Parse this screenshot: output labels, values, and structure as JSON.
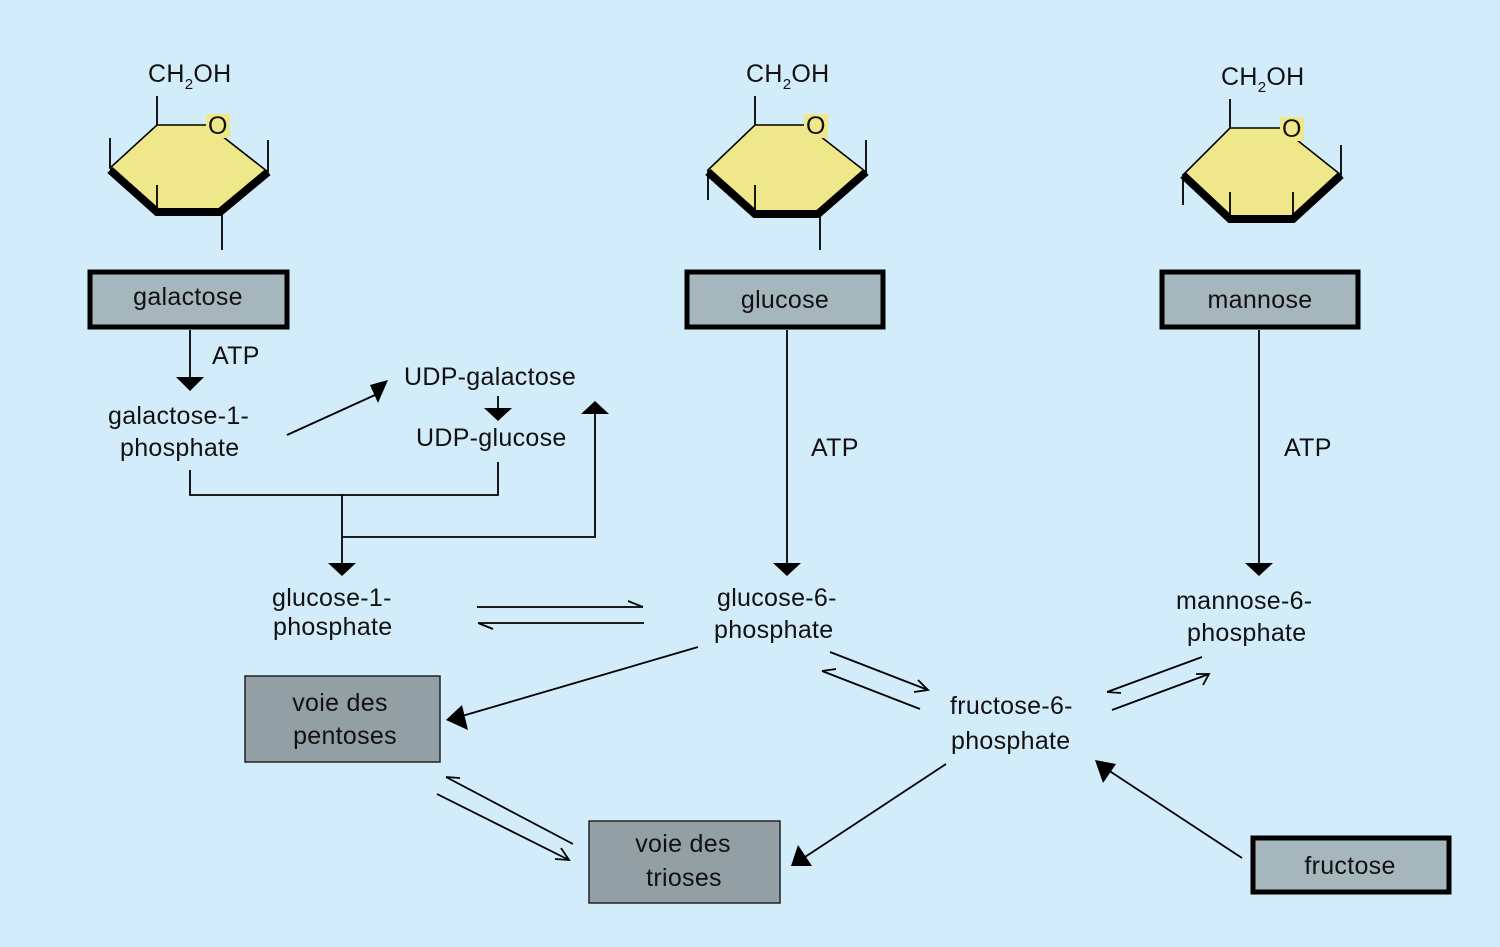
{
  "sugars": {
    "galactose": {
      "formula_main": "CH",
      "formula_sub": "2",
      "formula_end": "OH",
      "ring_o": "O",
      "name": "galactose"
    },
    "glucose": {
      "formula_main": "CH",
      "formula_sub": "2",
      "formula_end": "OH",
      "ring_o": "O",
      "name": "glucose"
    },
    "mannose": {
      "formula_main": "CH",
      "formula_sub": "2",
      "formula_end": "OH",
      "ring_o": "O",
      "name": "mannose"
    }
  },
  "labels": {
    "atp_galactose": "ATP",
    "atp_glucose": "ATP",
    "atp_mannose": "ATP",
    "galactose_1_phosphate": [
      "galactose-1-",
      "phosphate"
    ],
    "udp_galactose": "UDP-galactose",
    "udp_glucose": "UDP-glucose",
    "glucose_1_phosphate": [
      "glucose-1-",
      "phosphate"
    ],
    "glucose_6_phosphate": [
      "glucose-6-",
      "phosphate"
    ],
    "mannose_6_phosphate": [
      "mannose-6-",
      "phosphate"
    ],
    "fructose_6_phosphate": [
      "fructose-6-",
      "phosphate"
    ]
  },
  "boxes": {
    "pentoses": [
      "voie des",
      "pentoses"
    ],
    "trioses": [
      "voie des",
      "trioses"
    ],
    "fructose": "fructose"
  },
  "colors": {
    "background": "#d3ecfa",
    "ring_fill": "#efe88a",
    "box_thick_fill": "#a5b6bd",
    "box_thin_fill": "#929fa5"
  }
}
